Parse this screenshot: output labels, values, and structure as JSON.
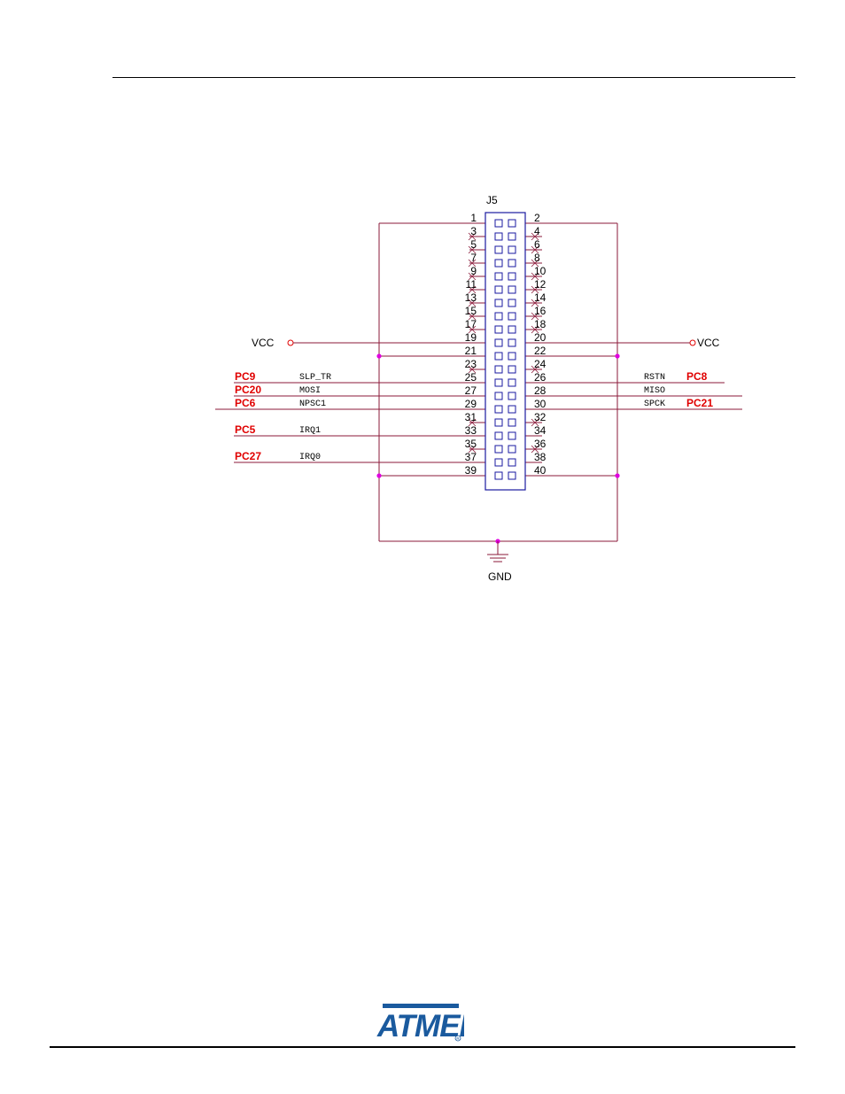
{
  "connector": {
    "ref": "J5",
    "left_pins": [
      "1",
      "3",
      "5",
      "7",
      "9",
      "11",
      "13",
      "15",
      "17",
      "19",
      "21",
      "23",
      "25",
      "27",
      "29",
      "31",
      "33",
      "35",
      "37",
      "39"
    ],
    "right_pins": [
      "2",
      "4",
      "6",
      "8",
      "10",
      "12",
      "14",
      "16",
      "18",
      "20",
      "22",
      "24",
      "26",
      "28",
      "30",
      "32",
      "34",
      "36",
      "38",
      "40"
    ]
  },
  "power": {
    "left_label": "VCC",
    "right_label": "VCC",
    "gnd_label": "GND"
  },
  "left_signals": [
    {
      "port": "PC9",
      "signal": "SLP_TR"
    },
    {
      "port": "PC20",
      "signal": "MOSI"
    },
    {
      "port": "PC6",
      "signal": "NPSC1"
    },
    {
      "port": "PC5",
      "signal": "IRQ1"
    },
    {
      "port": "PC27",
      "signal": "IRQ0"
    }
  ],
  "right_signals": [
    {
      "signal": "RSTN",
      "port": "PC8"
    },
    {
      "signal": "MISO",
      "port": ""
    },
    {
      "signal": "SPCK",
      "port": "PC21"
    }
  ],
  "colors": {
    "wire": "#8b1a3a",
    "junction": "#e000e0",
    "connector": "#1a1aa0",
    "port_label": "#e00000",
    "logo": "#1a5a9e"
  },
  "footer": {
    "logo_text": "ATMEL"
  }
}
